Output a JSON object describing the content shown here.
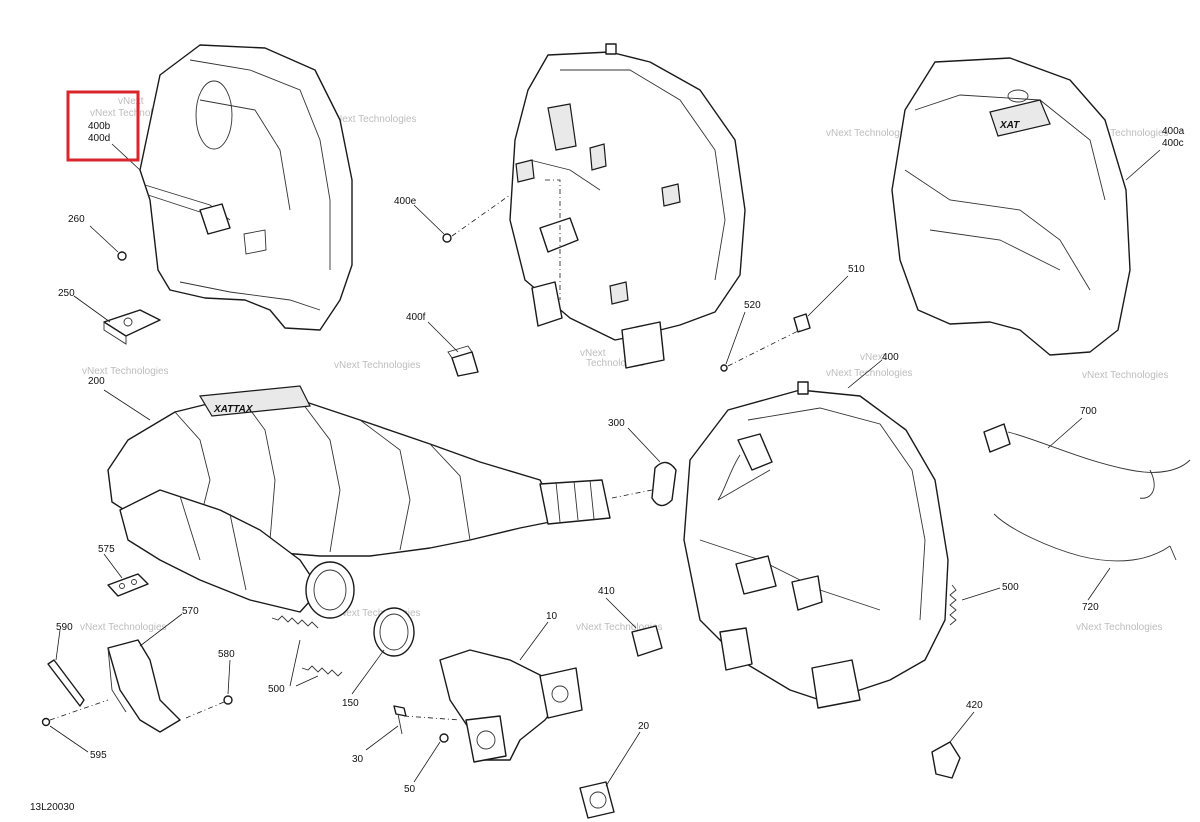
{
  "diagram": {
    "reference_code": "13L20030",
    "watermark_text_1": "vNext Technologies",
    "watermark_text_2": "vNext",
    "watermark_text_3": "Technologies",
    "brand_mark_1": "XATTAX",
    "brand_mark_2": "XAT",
    "highlight_color": "#d9262c",
    "callouts": {
      "c400b": "400b",
      "c400d": "400d",
      "c260": "260",
      "c250": "250",
      "c400e": "400e",
      "c400f": "400f",
      "c400a": "400a",
      "c400c": "400c",
      "c510": "510",
      "c520": "520",
      "c400": "400",
      "c200": "200",
      "c300": "300",
      "c700": "700",
      "c575": "575",
      "c570": "570",
      "c590": "590",
      "c580": "580",
      "c595": "595",
      "c500a": "500",
      "c500b": "500",
      "c150": "150",
      "c410": "410",
      "c10": "10",
      "c30": "30",
      "c50": "50",
      "c20": "20",
      "c720": "720",
      "c420": "420"
    }
  }
}
